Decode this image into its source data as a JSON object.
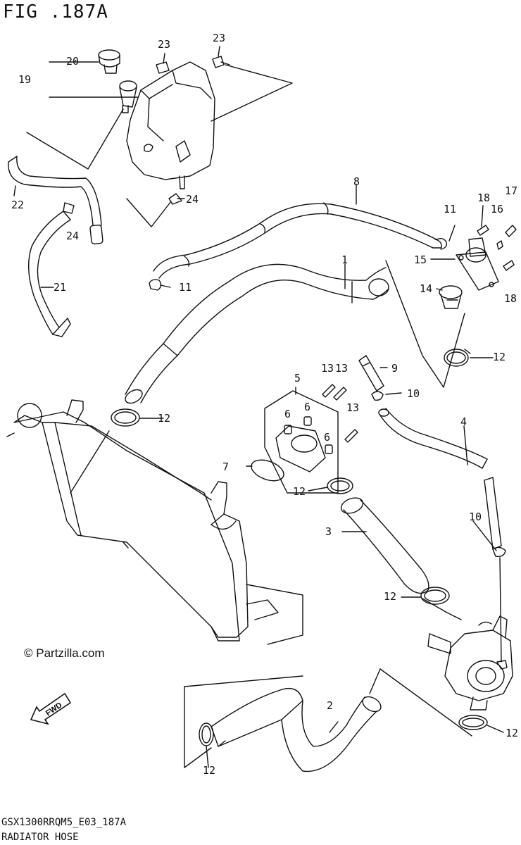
{
  "header": {
    "title": "FIG .187A"
  },
  "footer": {
    "model_code": "GSX1300RRQM5_E03_187A",
    "section_name": "RADIATOR HOSE"
  },
  "copyright": "© Partzilla.com",
  "fwd_badge": "FWD",
  "labels": {
    "l1": "1",
    "l2": "2",
    "l3": "3",
    "l4": "4",
    "l5": "5",
    "l6a": "6",
    "l6b": "6",
    "l6c": "6",
    "l7": "7",
    "l8": "8",
    "l9": "9",
    "l10a": "10",
    "l10b": "10",
    "l11a": "11",
    "l11b": "11",
    "l12a": "12",
    "l12b": "12",
    "l12c": "12",
    "l12d": "12",
    "l12e": "12",
    "l12f": "12",
    "l13a": "13",
    "l13b": "13",
    "l13c": "13",
    "l14": "14",
    "l15": "15",
    "l16": "16",
    "l17": "17",
    "l18a": "18",
    "l18b": "18",
    "l19": "19",
    "l20": "20",
    "l21": "21",
    "l22": "22",
    "l23a": "23",
    "l23b": "23",
    "l24a": "24",
    "l24b": "24"
  }
}
